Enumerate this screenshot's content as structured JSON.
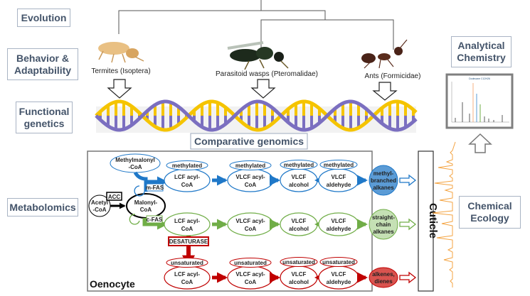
{
  "levels": {
    "evolution": "Evolution",
    "behavior": [
      "Behavior &",
      "Adaptability"
    ],
    "functional": [
      "Functional",
      "genetics"
    ],
    "metabolomics": "Metabolomics",
    "analytical": [
      "Analytical",
      "Chemistry"
    ],
    "ecology": [
      "Chemical",
      "Ecology"
    ],
    "comparative": "Comparative genomics"
  },
  "species": [
    "Termites (Isoptera)",
    "Parasitoid wasps (Pteromalidae)",
    "Ants (Formicidae)"
  ],
  "pathway": {
    "container": "Oenocyte",
    "cuticle": "Cuticle",
    "methylmalonyl": [
      "Methylmalonyl",
      "-CoA"
    ],
    "acetyl": [
      "Acetyl",
      "-CoA"
    ],
    "malonyl": [
      "Malonyl-",
      "CoA"
    ],
    "acc": "ACC",
    "mfas": "m-FAS",
    "cfas": "c-FAS",
    "desaturase": "DESATURASE",
    "modifier_methyl": "methylated",
    "modifier_unsat": "unsaturated",
    "steps": [
      [
        "LCF acyl-",
        "CoA"
      ],
      [
        "VLCF acyl-",
        "CoA"
      ],
      [
        "VLCF",
        "alcohol"
      ],
      [
        "VLCF",
        "aldehyde"
      ]
    ],
    "products": [
      [
        "methyl-",
        "branched",
        "alkanes"
      ],
      [
        "straight-",
        "chain",
        "alkanes"
      ],
      [
        "alkenes,",
        "dienes"
      ]
    ],
    "colors": {
      "methyl": "#1f78c8",
      "straight": "#70ad47",
      "unsat": "#c00000",
      "methyl_fill": "#5b9bd5",
      "straight_fill": "#c5e0b4",
      "unsat_fill": "#d9534f"
    }
  },
  "spectrum_image": {
    "title": "Dodecane C12H26"
  }
}
